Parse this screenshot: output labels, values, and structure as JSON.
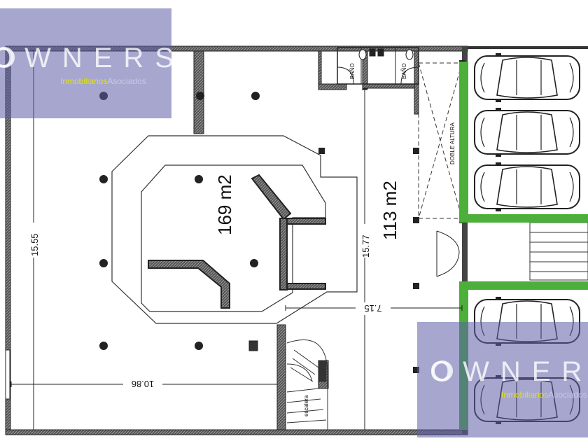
{
  "floor_plan": {
    "areas": {
      "main": "169 m2",
      "side": "113 m2"
    },
    "dimensions": {
      "left_height": "15.55",
      "mid_height": "15.77",
      "bottom_width": "10.86",
      "right_width": "7.15"
    },
    "rooms": {
      "bath_left": "BAÑO",
      "bath_right": "BAÑO"
    },
    "labels": {
      "double_height": "DOBLE ALTURA",
      "stairs": "escalera"
    },
    "watermark": {
      "brand": "OWNERS",
      "tagline_a": "Inmobiliarios",
      "tagline_b": "Asociados"
    },
    "colors": {
      "wall": "#333333",
      "green_wall": "#4caf3a",
      "watermark": "#5c5ca8"
    }
  }
}
